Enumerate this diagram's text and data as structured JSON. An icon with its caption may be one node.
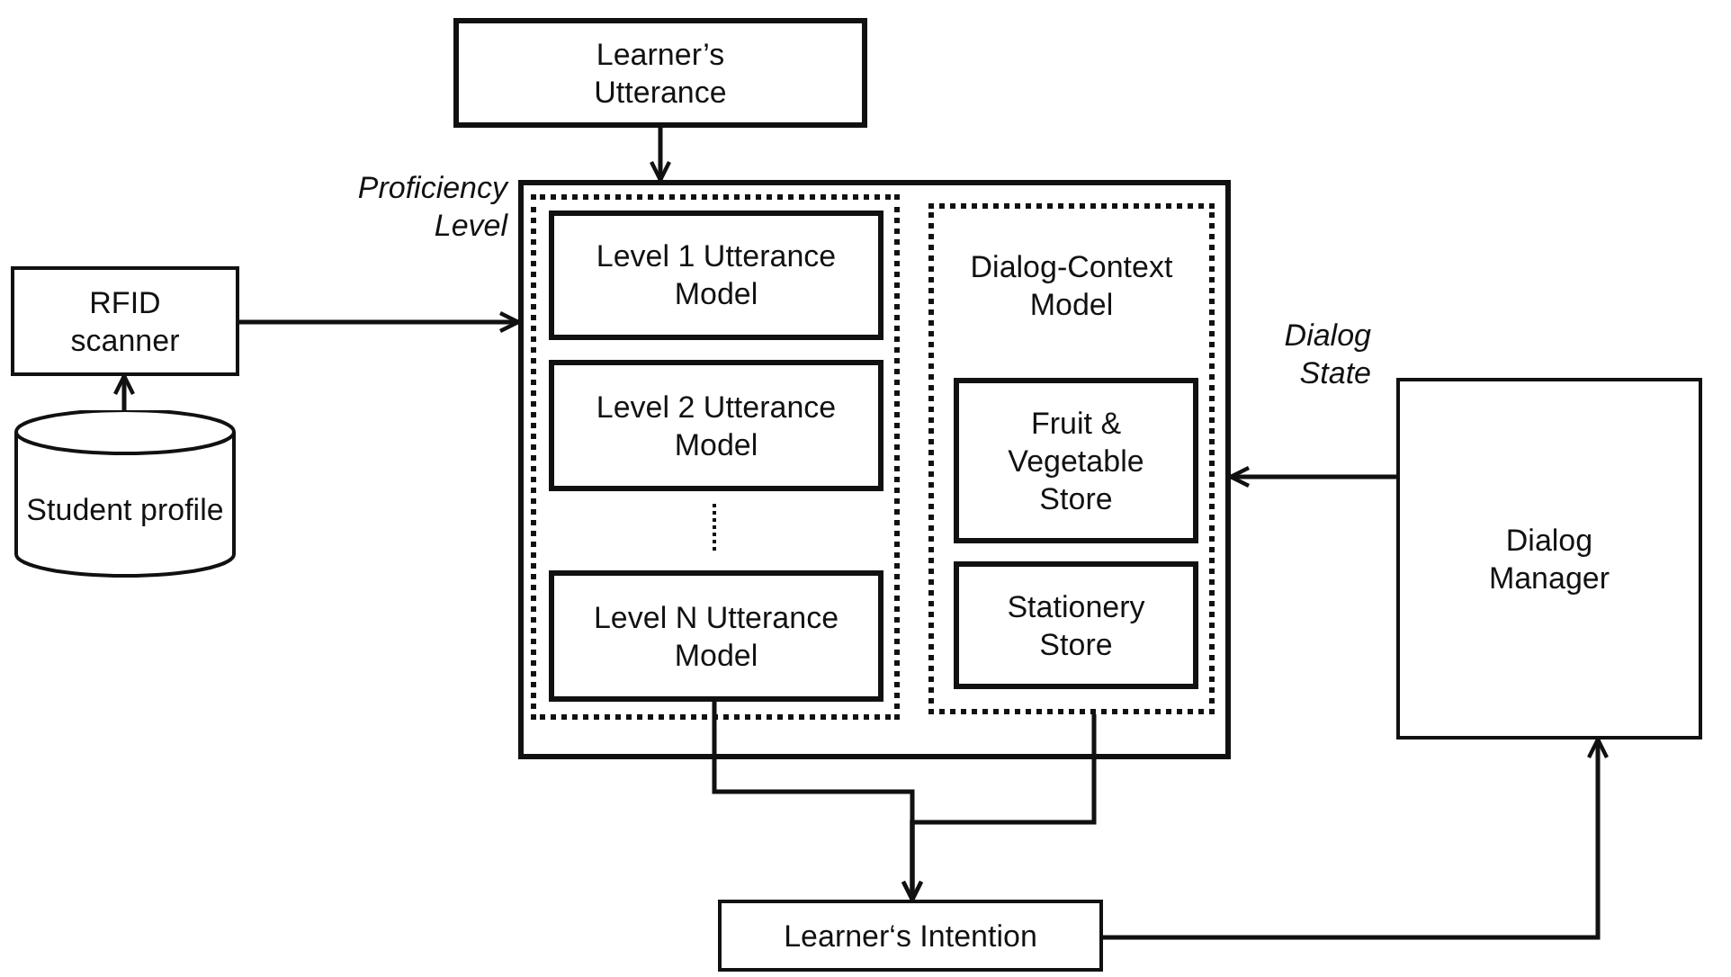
{
  "diagram": {
    "nodes": [
      {
        "text": [
          "Learner’s Utterance"
        ]
      },
      {
        "text": [
          "RFID scanner"
        ]
      },
      {
        "text": [
          "Student profile"
        ]
      },
      {
        "text": [],
        "shape": "box"
      },
      {
        "text": [],
        "shape": "box",
        "in": 3
      },
      {
        "text": [
          "Level 1 Utterance Model"
        ],
        "in": 4
      },
      {
        "text": [
          "Level 2 Utterance Model"
        ],
        "in": 4
      },
      {
        "text": [
          "Level N Utterance Model"
        ],
        "in": 4
      },
      {
        "text": [
          "Dialog-Context Model"
        ],
        "in": 3
      },
      {
        "text": [
          "Fruit & Vegetable Store"
        ],
        "in": 8
      },
      {
        "text": [
          "Stationery Store"
        ],
        "in": 8
      },
      {
        "text": [
          "Dialog Manager"
        ]
      },
      {
        "text": [
          "Learner‘s Intention"
        ]
      }
    ],
    "edges": [
      {
        "from": 0,
        "to": 3,
        "arrow": "to"
      },
      {
        "from": 2,
        "to": 1,
        "arrow": "to"
      },
      {
        "from": 1,
        "to": 3,
        "arrow": "to",
        "label": "Proficiency Level"
      },
      {
        "from": 11,
        "to": 3,
        "arrow": "to",
        "label": "Dialog State"
      },
      {
        "from": 7,
        "to": 12,
        "arrow": "to"
      },
      {
        "from": 8,
        "to": 12,
        "arrow": "to"
      },
      {
        "from": 12,
        "to": 11,
        "arrow": "to"
      }
    ]
  }
}
